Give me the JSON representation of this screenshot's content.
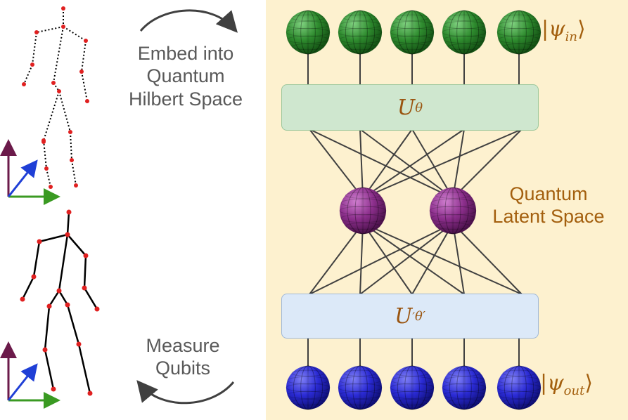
{
  "captions": {
    "embed": [
      "Embed into",
      "Quantum",
      "Hilbert Space"
    ],
    "measure": [
      "Measure",
      "Qubits"
    ],
    "latent": [
      "Quantum",
      "Latent Space"
    ]
  },
  "gates": {
    "encoder": {
      "symbol": "U",
      "subscript": "θ"
    },
    "decoder": {
      "symbol": "U",
      "subscript": "θ′",
      "superscript": "′"
    }
  },
  "kets": {
    "input": {
      "symbol": "ψ",
      "subscript": "in"
    },
    "output": {
      "symbol": "ψ",
      "subscript": "out"
    }
  },
  "colors": {
    "panel_bg": "#fdf1cf",
    "input_qubit": "#2e8b2e",
    "latent_qubit": "#8b2e8b",
    "output_qubit": "#2a2ad4",
    "label_accent": "#a35f0e",
    "caption_gray": "#595959",
    "skeleton_joint": "#e02020",
    "axis_x": "#3a9a22",
    "axis_y": "#6b1a4a",
    "axis_z": "#1f3fd6"
  },
  "qubits": {
    "input_count": 5,
    "latent_count": 2,
    "output_count": 5
  }
}
